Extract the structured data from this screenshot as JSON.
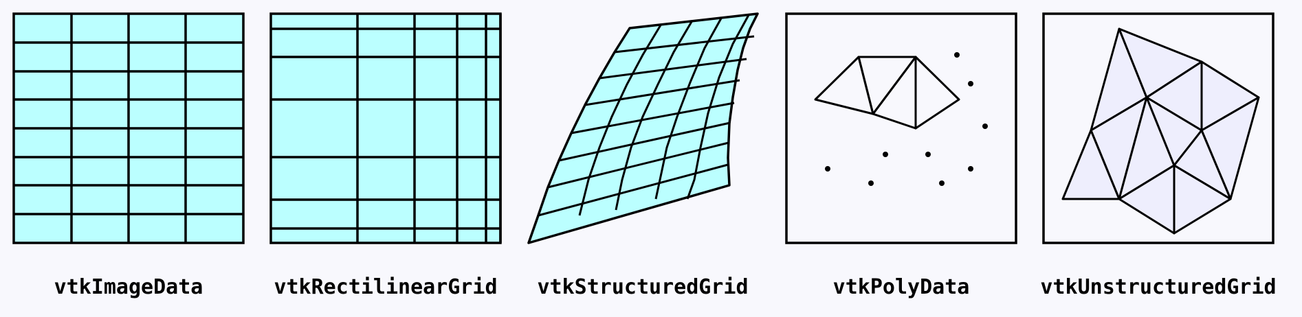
{
  "panels": [
    {
      "label": "vtkImageData"
    },
    {
      "label": "vtkRectilinearGrid"
    },
    {
      "label": "vtkStructuredGrid"
    },
    {
      "label": "vtkPolyData"
    },
    {
      "label": "vtkUnstructuredGrid"
    }
  ],
  "colors": {
    "background": "#f8f8fd",
    "grid_fill": "#bbffff",
    "cell_fill": "#eeeefd",
    "stroke": "#000000"
  }
}
